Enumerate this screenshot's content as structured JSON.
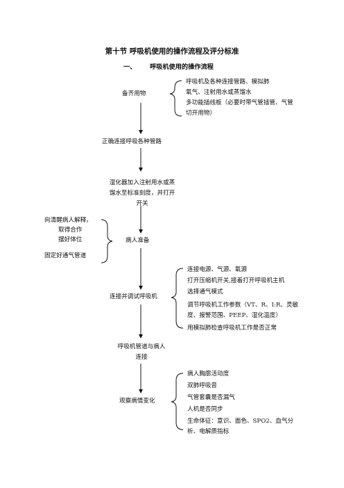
{
  "heading": {
    "title": "第十节  呼吸机使用的操作流程及评分标准",
    "section_num": "一、",
    "section_title": "呼吸机使用的操作流程"
  },
  "steps": [
    {
      "text": "备齐用物"
    },
    {
      "text": "正确连接呼吸各种管路"
    },
    {
      "lines": [
        "湿化器加入注射用水或蒸",
        "馏水至标准刻度，并打开",
        "开关"
      ]
    },
    {
      "text": "病人准备"
    },
    {
      "text": "连接并调试呼吸机"
    },
    {
      "lines": [
        "呼吸机管道与病人",
        "连接"
      ]
    },
    {
      "text": "观察病情变化"
    }
  ],
  "notes": {
    "prepare_items": [
      "呼吸机及各种连接管路、模拟肺",
      "氧气、注射用水或蒸馏水",
      "多功能插线板（必要时带气管插管、气管",
      "切开用物）"
    ],
    "patient_prep": [
      "向清醒病人解释，",
      "取得合作",
      "摆好体位",
      "固定好通气管道"
    ],
    "setup_items": [
      "连接电源、气源、氧源",
      "打开压缩机开关,接着打开呼吸机主机",
      "选择通气模式",
      "调节呼吸机工作参数（VT、R、I:R、灵敏",
      "度、报警范围、PEEP、湿化温度）",
      "用模拟肺检查呼吸机工作是否正常"
    ],
    "observe_items": [
      "病人胸廓活动度",
      "双肺呼吸音",
      "气管套囊是否漏气",
      "人机是否同步",
      "生命体征：意识、面色、SPO2、血气分",
      "析、电解质指标"
    ]
  }
}
